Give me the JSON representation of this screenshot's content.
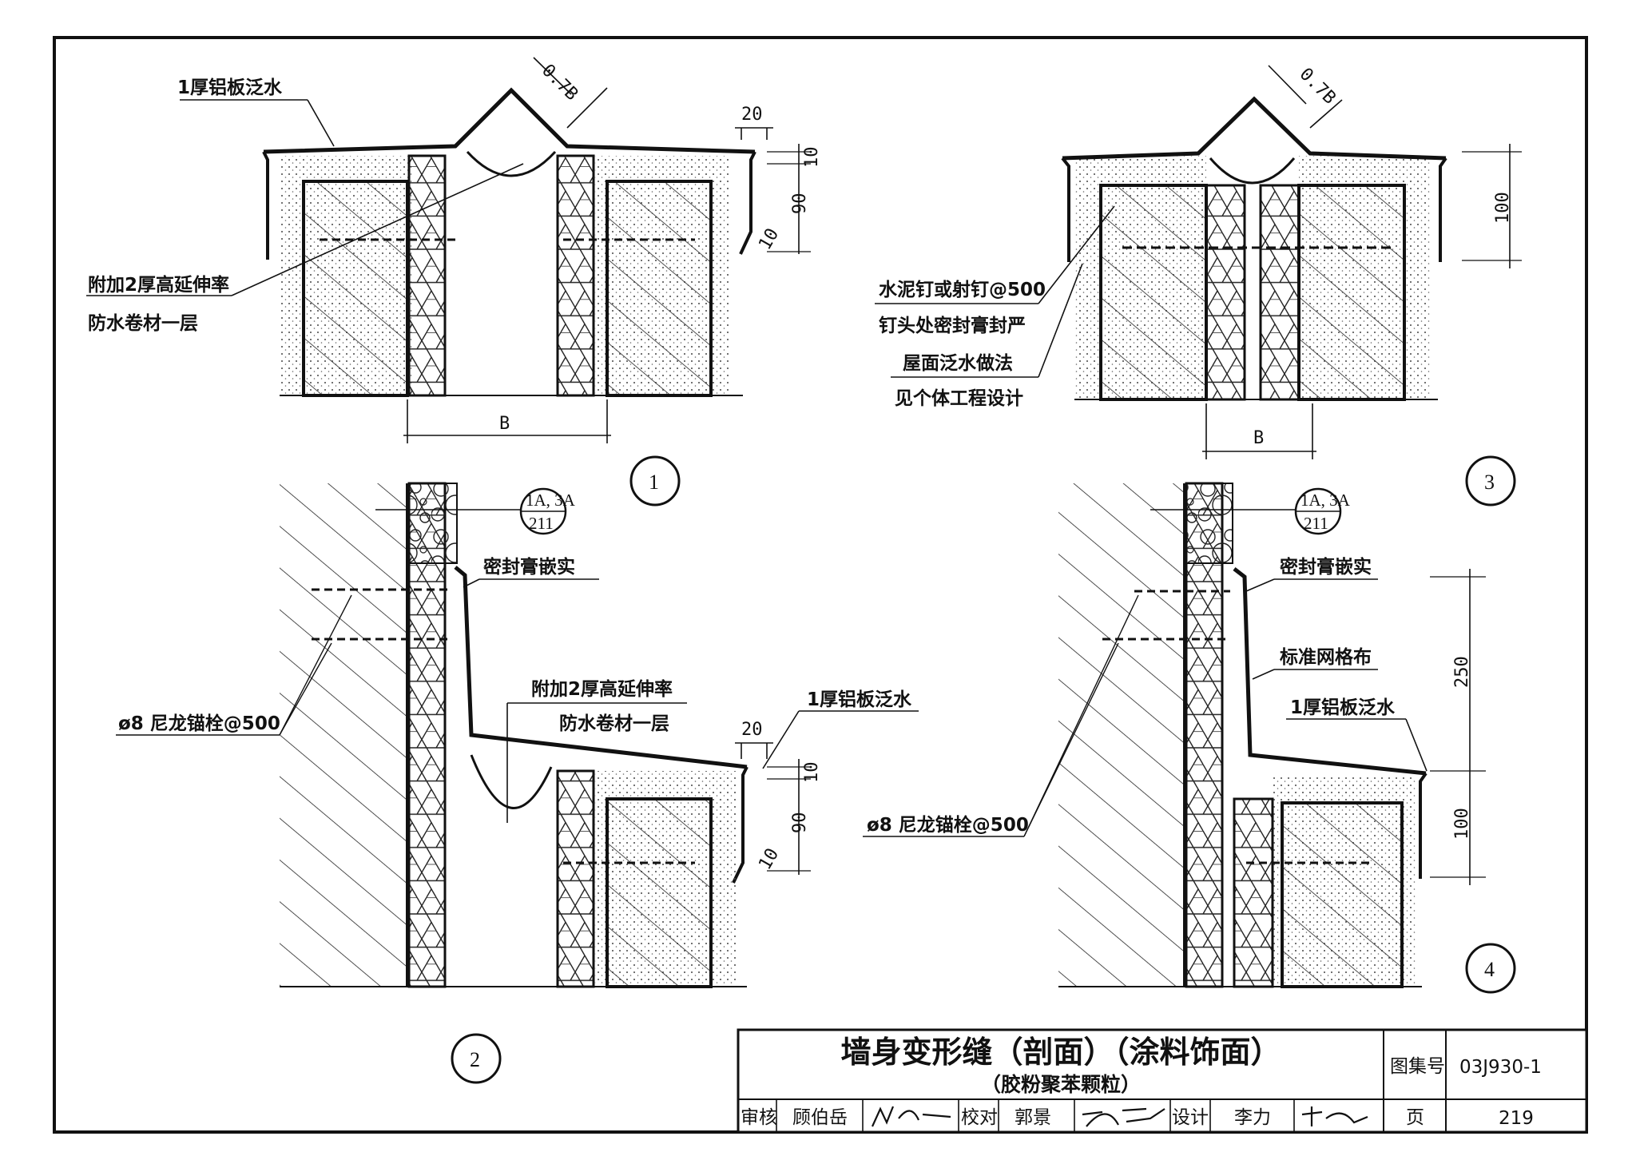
{
  "details": {
    "d1": {
      "number": "1",
      "labels": {
        "flashing": "1厚铝板泛水",
        "membrane_line1": "附加2厚高延伸率",
        "membrane_line2": "防水卷材一层"
      },
      "dims": {
        "slope": "0.7B",
        "lap": "20",
        "d10a": "10",
        "d90": "90",
        "d10b": "10",
        "width": "B"
      }
    },
    "d2": {
      "number": "2",
      "ref_top": "1A, 3A",
      "ref_bottom": "211",
      "labels": {
        "sealant": "密封膏嵌实",
        "membrane_line1": "附加2厚高延伸率",
        "membrane_line2": "防水卷材一层",
        "anchor": "ø8 尼龙锚栓@500",
        "flashing": "1厚铝板泛水"
      },
      "dims": {
        "lap": "20",
        "d10a": "10",
        "d90": "90",
        "d10b": "10"
      }
    },
    "d3": {
      "number": "3",
      "labels": {
        "nail_line1": "水泥钉或射钉@500",
        "nail_line2": "钉头处密封膏封严",
        "roof_line1": "屋面泛水做法",
        "roof_line2": "见个体工程设计"
      },
      "dims": {
        "slope": "0.7B",
        "d100": "100",
        "width": "B"
      }
    },
    "d4": {
      "number": "4",
      "ref_top": "1A, 3A",
      "ref_bottom": "211",
      "labels": {
        "sealant": "密封膏嵌实",
        "mesh": "标准网格布",
        "flashing": "1厚铝板泛水",
        "anchor": "ø8 尼龙锚栓@500"
      },
      "dims": {
        "d250": "250",
        "d100": "100"
      }
    }
  },
  "title_block": {
    "title": "墙身变形缝（剖面）（涂料饰面）",
    "subtitle": "（胶粉聚苯颗粒）",
    "atlas_label": "图集号",
    "atlas_no": "03J930-1",
    "review_label": "审核",
    "reviewer": "顾伯岳",
    "check_label": "校对",
    "checker": "郭景",
    "design_label": "设计",
    "designer": "李力",
    "page_label": "页",
    "page_no": "219"
  }
}
